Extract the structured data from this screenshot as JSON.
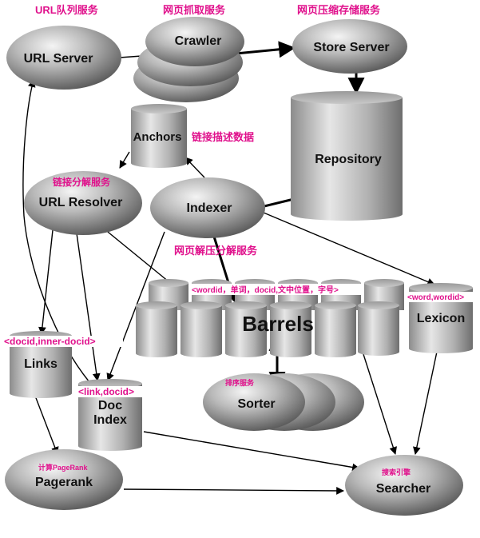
{
  "annotation_color": "#e0118c",
  "node_color": "#a8a8a8",
  "nodes": {
    "url_server": "URL Server",
    "crawler": "Crawler",
    "store_server": "Store Server",
    "repository": "Repository",
    "anchors": "Anchors",
    "url_resolver": "URL Resolver",
    "indexer": "Indexer",
    "barrels": "Barrels",
    "lexicon": "Lexicon",
    "links": "Links",
    "doc_index_1": "Doc",
    "doc_index_2": "Index",
    "sorter": "Sorter",
    "pagerank": "Pagerank",
    "searcher": "Searcher"
  },
  "annotations": {
    "url_queue_service": "URL队列服务",
    "web_crawl_service": "网页抓取服务",
    "web_compress_store_service": "网页压缩存储服务",
    "link_description_data": "链接描述数据",
    "link_decompose_service": "链接分解服务",
    "web_decompress_decompose_service": "网页解压分解服务",
    "barrels_format": "<wordid，单词，docid,文中位置，字号>",
    "lexicon_format": "<word,wordid>",
    "links_format": "<docid,inner-docid>",
    "doc_index_format": "<link,docid>",
    "sort_service": "排序服务",
    "compute_pagerank": "计算PageRank",
    "search_engine": "搜索引擎"
  }
}
